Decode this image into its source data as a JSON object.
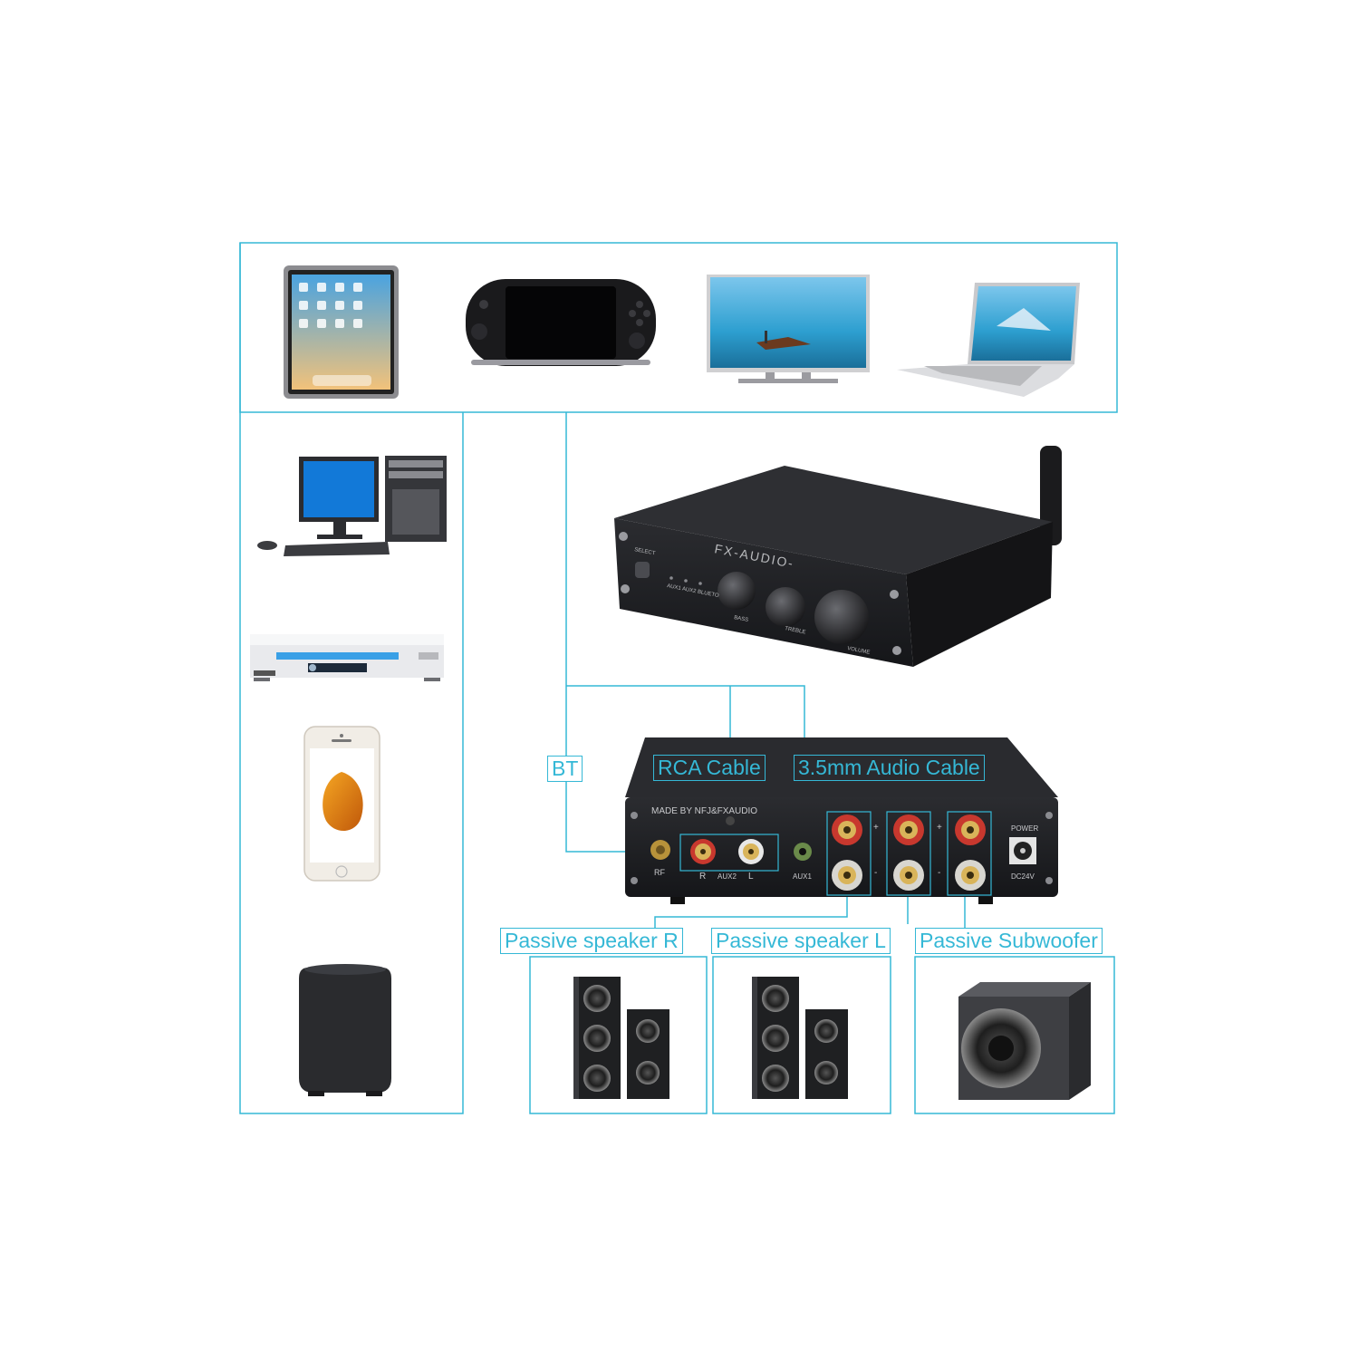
{
  "colors": {
    "line": "#35b8d6",
    "panel": "#1c1d20",
    "panel_edge": "#3a3b3f",
    "jack_red": "#c8382e",
    "gold": "#c9a24a"
  },
  "devices": [
    {
      "icon": "tablet-icon"
    },
    {
      "icon": "handheld-console-icon"
    },
    {
      "icon": "tv-icon"
    },
    {
      "icon": "laptop-icon"
    },
    {
      "icon": "desktop-computer-icon"
    },
    {
      "icon": "dvd-player-icon"
    },
    {
      "icon": "smartphone-icon"
    },
    {
      "icon": "smart-speaker-icon"
    }
  ],
  "amplifier_front": {
    "brand": "FX-AUDIO-",
    "select_label": "SELECT",
    "input_leds": "AUX1 AUX2 BLUETO",
    "knob_labels": [
      "BASS",
      "TREBLE",
      "VOLUME"
    ]
  },
  "amplifier_back": {
    "maker": "MADE BY NFJ&FXAUDIO",
    "rf_label": "RF",
    "aux2_labels": [
      "R",
      "AUX2",
      "L"
    ],
    "aux1_label": "AUX1",
    "power_label": "POWER",
    "dc_label": "DC24V",
    "terminal_signs": [
      "+",
      "-",
      "+",
      "-"
    ]
  },
  "callouts": {
    "bt": "BT",
    "rca": "RCA Cable",
    "aux35": "3.5mm Audio Cable",
    "speaker_r": "Passive speaker R",
    "speaker_l": "Passive speaker L",
    "subwoofer": "Passive Subwoofer"
  },
  "outputs": [
    {
      "icon": "bookshelf-speakers-icon"
    },
    {
      "icon": "bookshelf-speakers-icon"
    },
    {
      "icon": "subwoofer-icon"
    }
  ]
}
